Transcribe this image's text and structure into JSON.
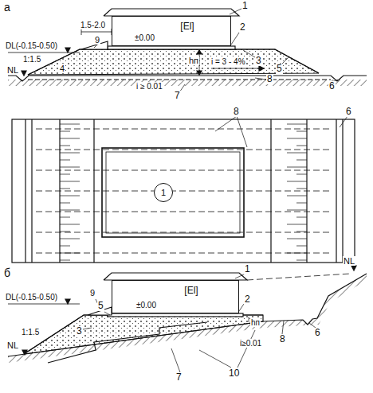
{
  "diagram": {
    "nodes": [
      {
        "text": [
          "[El]"
        ]
      },
      {
        "text": [
          "1"
        ]
      },
      {
        "text": [
          "[El]"
        ]
      }
    ],
    "labels": [
      "а",
      "1",
      "2",
      "3",
      "5",
      "6",
      "9",
      "1.5-2.0",
      "±0.00",
      "DL(-0.15-0.50)",
      "NL",
      "4",
      "1:1.5",
      "hп",
      "i = 3 - 4%",
      "8",
      "i ≥ 0.01",
      "7",
      "8",
      "6",
      "б",
      "1",
      "9",
      "DL(-0.15-0.50)",
      "5",
      "3",
      "2",
      "hп",
      "NL",
      "1:1.5",
      "NL",
      "8",
      "6",
      "i≥0.01",
      "10",
      "7",
      "±0.00"
    ]
  }
}
